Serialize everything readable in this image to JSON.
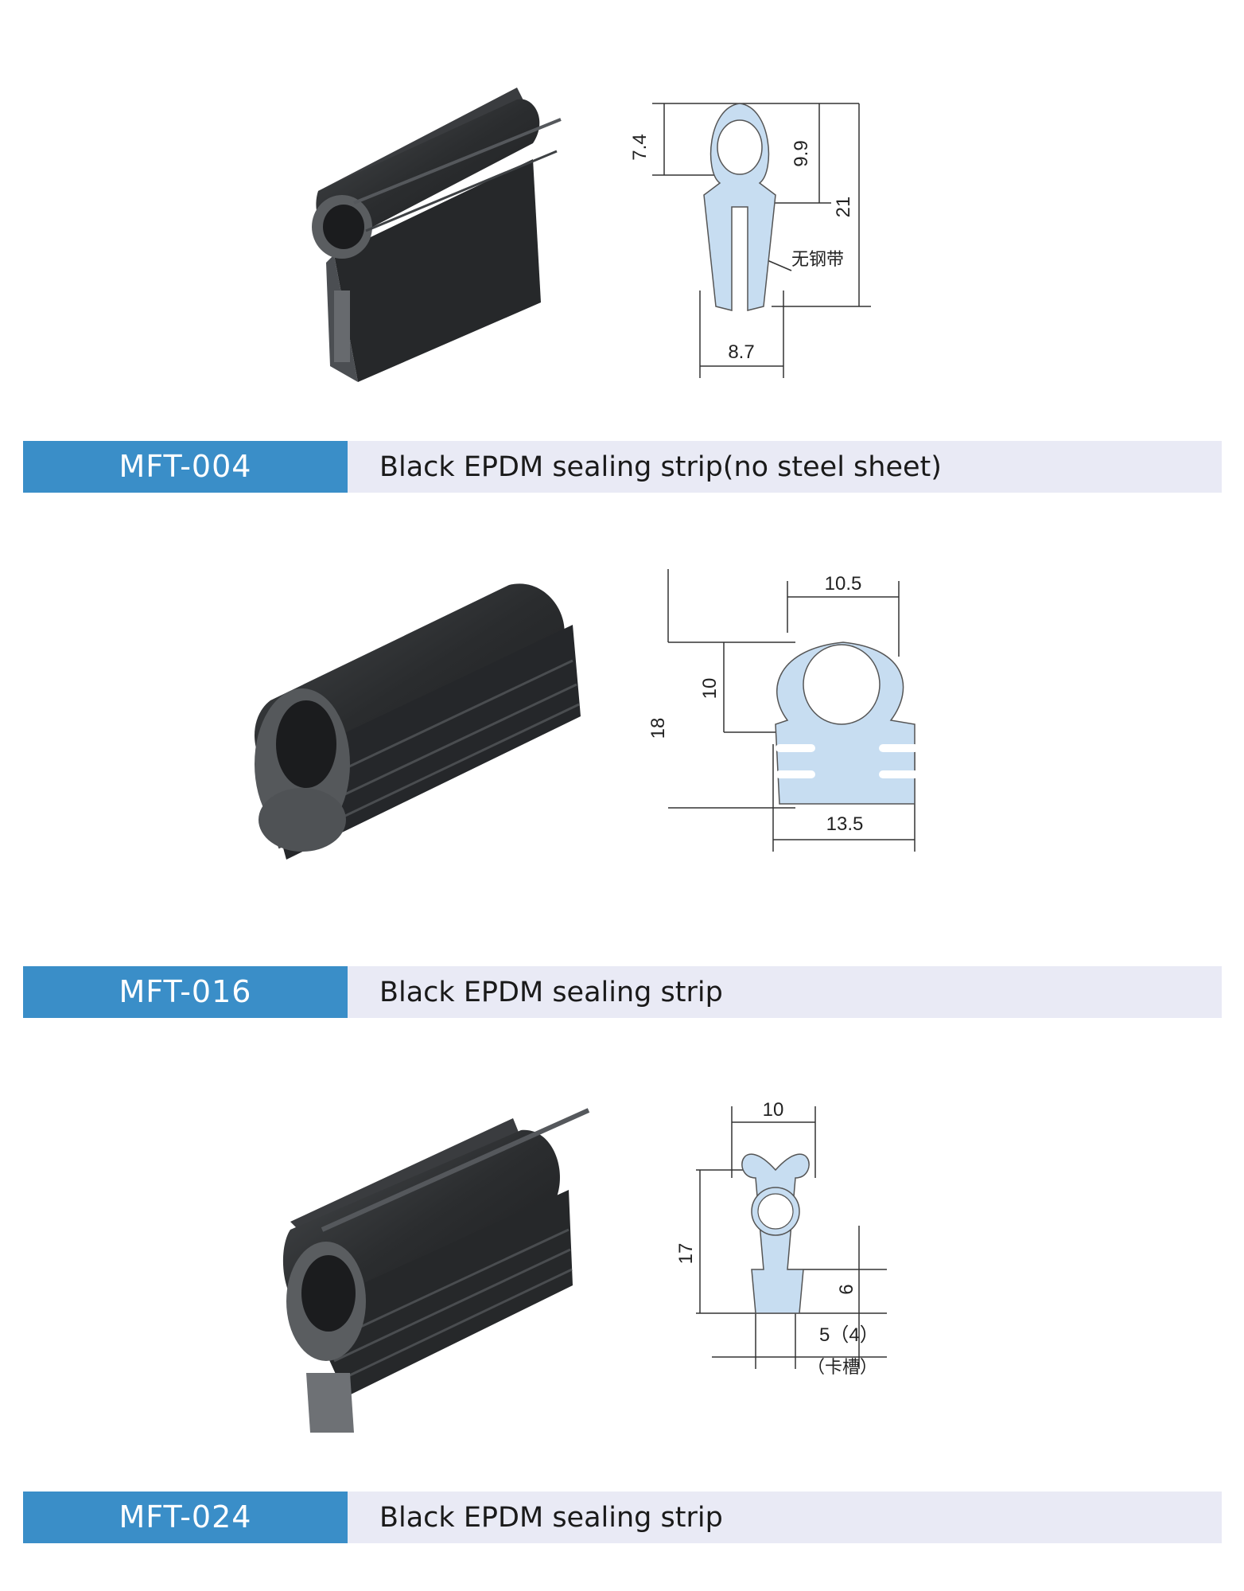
{
  "products": [
    {
      "code": "MFT-004",
      "description": "Black EPDM sealing strip(no steel sheet)",
      "drawing": {
        "dim_top_bulb": "7.4",
        "dim_bulb_to_slot": "9.9",
        "dim_total_height": "21",
        "dim_width": "8.7",
        "note": "无钢带"
      }
    },
    {
      "code": "MFT-016",
      "description": "Black EPDM sealing strip",
      "drawing": {
        "dim_top_width": "10.5",
        "dim_bulb_height": "10",
        "dim_total_height": "18",
        "dim_base_width": "13.5"
      }
    },
    {
      "code": "MFT-024",
      "description": "Black EPDM sealing strip",
      "drawing": {
        "dim_top_width": "10",
        "dim_total_height": "17",
        "dim_fin_height": "6",
        "dim_slot": "5（4）",
        "note": "（卡槽）"
      }
    }
  ],
  "colors": {
    "code_bg": "#3a8ec8",
    "bar_bg": "#e9eaf5",
    "profile_fill": "#c7ddf1",
    "rubber": "#2a2c2e"
  }
}
